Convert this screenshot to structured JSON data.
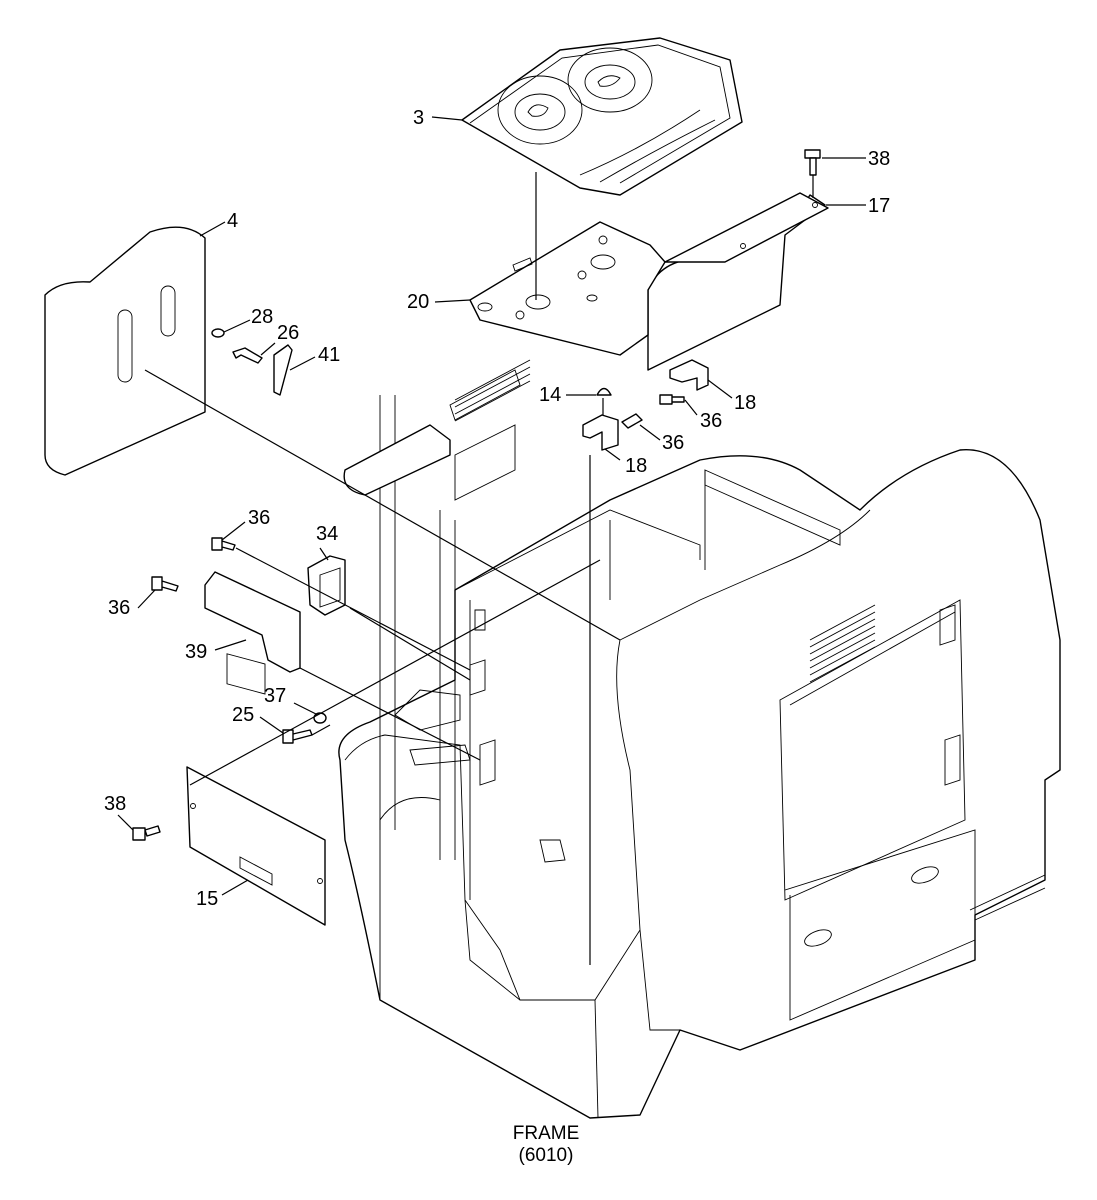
{
  "caption": {
    "line1": "FRAME",
    "line2": "(6010)"
  },
  "callouts": [
    "3",
    "38",
    "17",
    "4",
    "20",
    "28",
    "26",
    "41",
    "14",
    "18",
    "36",
    "36",
    "18",
    "36",
    "34",
    "36",
    "39",
    "37",
    "25",
    "38",
    "15"
  ]
}
